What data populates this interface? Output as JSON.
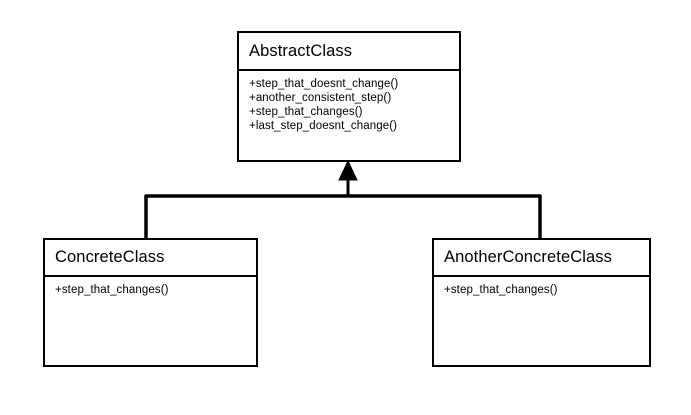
{
  "diagram": {
    "type": "uml-class-diagram",
    "background_color": "#ffffff",
    "line_color": "#000000",
    "text_color": "#000000",
    "relationship": {
      "kind": "generalization",
      "arrow_style": "solid-filled-triangle",
      "parent": "AbstractClass",
      "children": [
        "ConcreteClass",
        "AnotherConcreteClass"
      ]
    },
    "classes": {
      "abstract": {
        "name": "AbstractClass",
        "members": [
          "+step_that_doesnt_change()",
          "+another_consistent_step()",
          "+step_that_changes()",
          "+last_step_doesnt_change()"
        ]
      },
      "concrete": {
        "name": "ConcreteClass",
        "members": [
          "+step_that_changes()"
        ]
      },
      "another_concrete": {
        "name": "AnotherConcreteClass",
        "members": [
          "+step_that_changes()"
        ]
      }
    }
  }
}
